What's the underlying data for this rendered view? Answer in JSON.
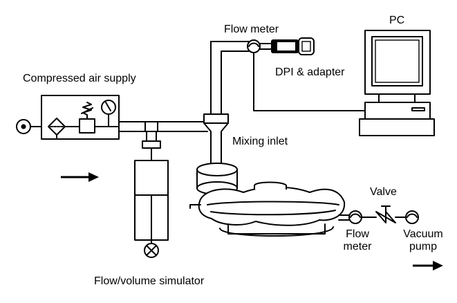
{
  "labels": {
    "flow_meter_top": "Flow meter",
    "pc": "PC",
    "compressed_air": "Compressed air supply",
    "dpi_adapter": "DPI & adapter",
    "mixing_inlet": "Mixing inlet",
    "valve": "Valve",
    "flow_meter_bottom_1": "Flow",
    "flow_meter_bottom_2": "meter",
    "vacuum_pump_1": "Vacuum",
    "vacuum_pump_2": "pump",
    "flow_volume_simulator": "Flow/volume simulator"
  },
  "arrows": {
    "left": "flow-direction-right",
    "right": "flow-direction-right"
  },
  "colors": {
    "line": "#000000",
    "background": "#ffffff"
  }
}
